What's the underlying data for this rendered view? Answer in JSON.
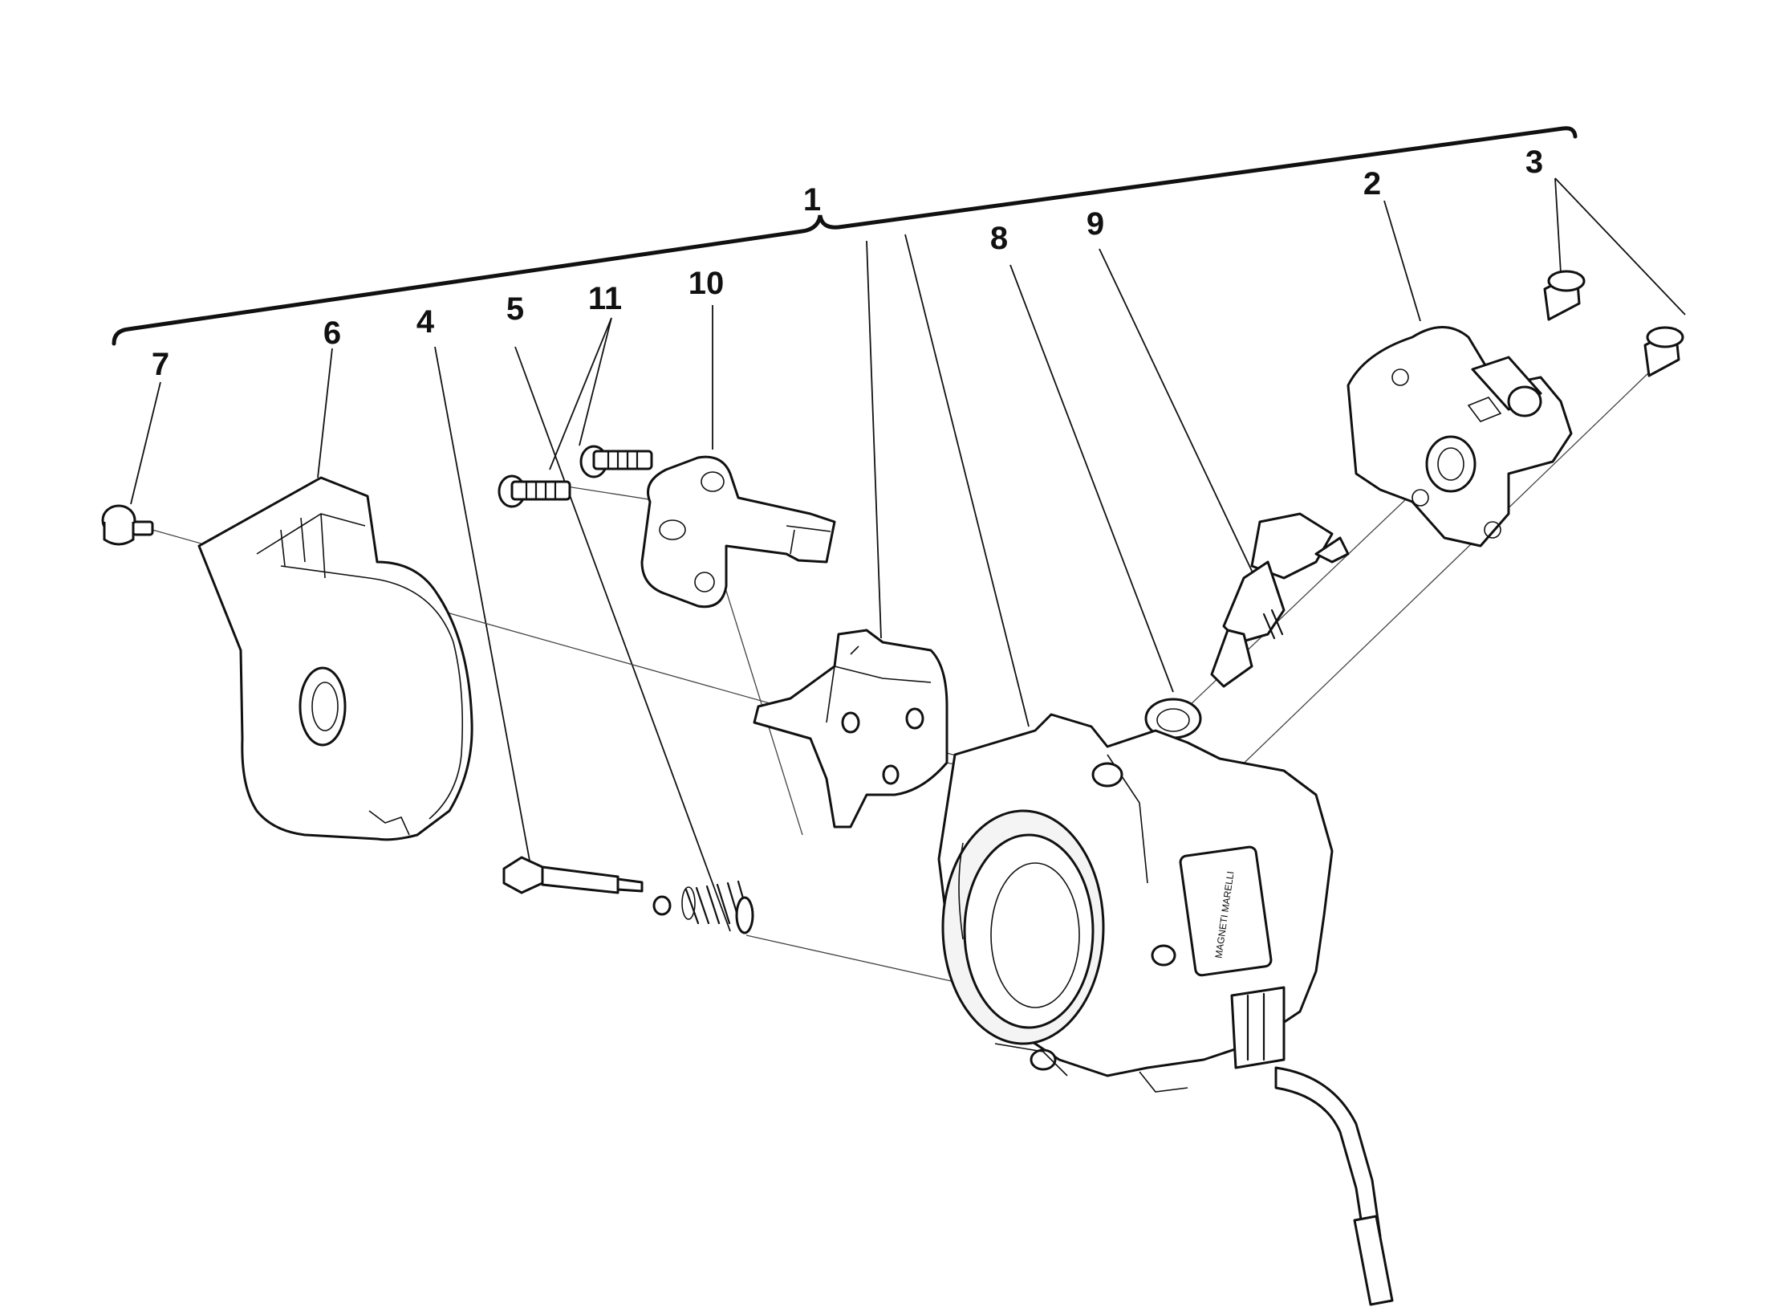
{
  "diagram": {
    "colors": {
      "ink": "#111111",
      "background": "#ffffff"
    },
    "callouts": [
      {
        "id": "1",
        "label": "1"
      },
      {
        "id": "2",
        "label": "2"
      },
      {
        "id": "3",
        "label": "3"
      },
      {
        "id": "4",
        "label": "4"
      },
      {
        "id": "5",
        "label": "5"
      },
      {
        "id": "6",
        "label": "6"
      },
      {
        "id": "7",
        "label": "7"
      },
      {
        "id": "8",
        "label": "8"
      },
      {
        "id": "9",
        "label": "9"
      },
      {
        "id": "10",
        "label": "10"
      },
      {
        "id": "11",
        "label": "11"
      }
    ],
    "logo_text": "MAGNETI MARELLI"
  }
}
